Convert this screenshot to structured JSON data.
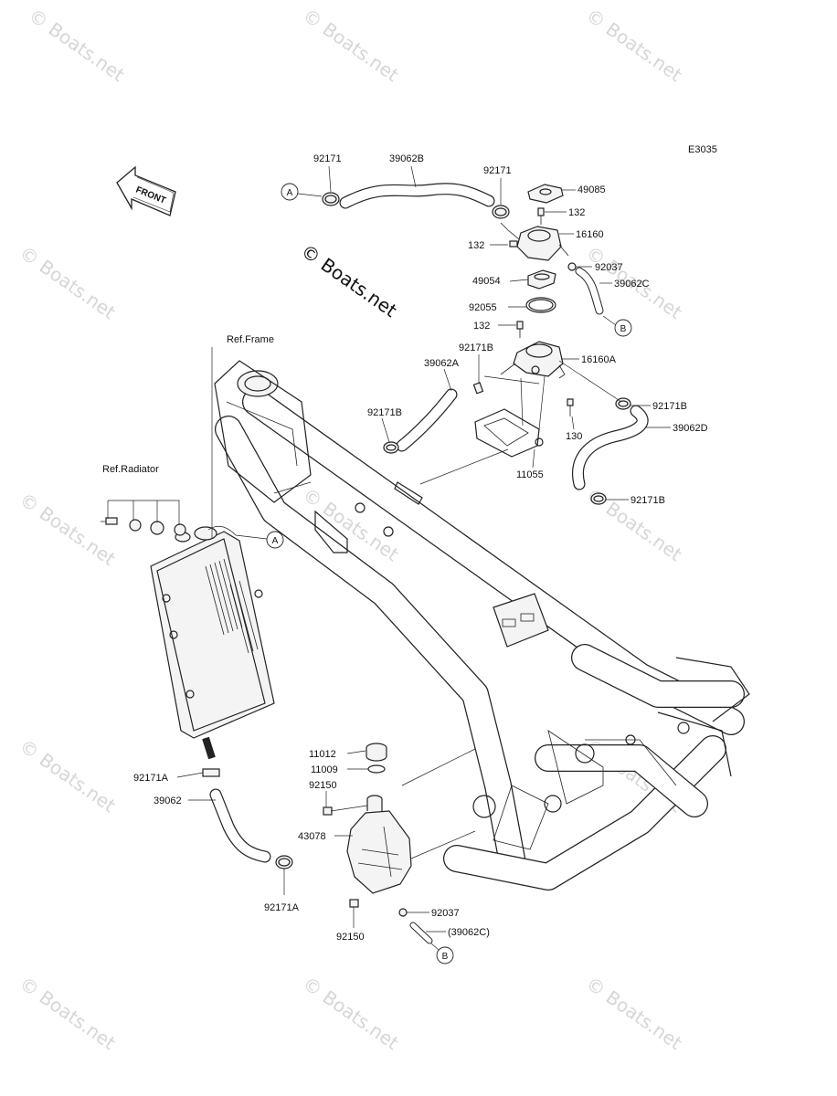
{
  "diagram_code": "E3035",
  "front_arrow_label": "FRONT",
  "ref_frame": "Ref.Frame",
  "ref_radiator": "Ref.Radiator",
  "watermark": "© Boats.net",
  "refs": {
    "a": "A",
    "b": "B"
  },
  "parts": {
    "p92171_top": "92171",
    "p39062B": "39062B",
    "p92171_mid": "92171",
    "p49085": "49085",
    "p132_a": "132",
    "p16160": "16160",
    "p132_b": "132",
    "p92037_top": "92037",
    "p49054": "49054",
    "p39062C": "39062C",
    "p92055": "92055",
    "p132_c": "132",
    "p92171B_a": "92171B",
    "p16160A": "16160A",
    "p39062A": "39062A",
    "p92171B_b": "92171B",
    "p92171B_c": "92171B",
    "p130": "130",
    "p39062D": "39062D",
    "p11055": "11055",
    "p92171B_d": "92171B",
    "p11012": "11012",
    "p11009": "11009",
    "p92150_a": "92150",
    "p43078": "43078",
    "p92171A_a": "92171A",
    "p39062": "39062",
    "p92171A_b": "92171A",
    "p92037_bot": "92037",
    "p39062C_ref": "(39062C)",
    "p92150_b": "92150"
  }
}
